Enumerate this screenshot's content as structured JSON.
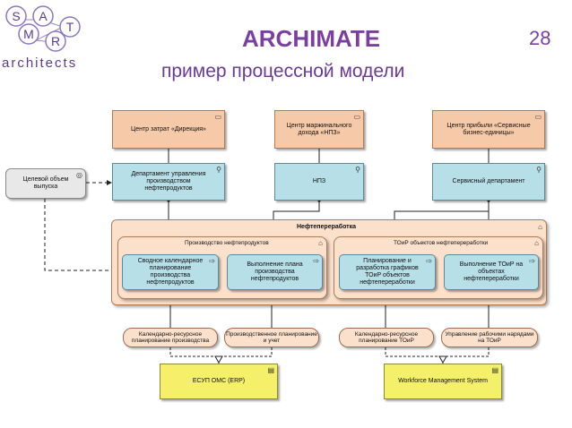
{
  "header": {
    "title": "ARCHIMATE",
    "subtitle": "пример процессной модели",
    "page_number": "28",
    "logo_letters": [
      "S",
      "A",
      "T",
      "M",
      "R"
    ],
    "logo_text": "architects"
  },
  "diagram": {
    "actors": {
      "cost_center": "Центр затрат «Дирекция»",
      "margin_center": "Центр маржинального дохода «НПЗ»",
      "profit_center": "Центр прибыли «Сервисные бизнес-единицы»"
    },
    "roles": {
      "department_mgmt": "Департамент управления производством нефтепродуктов",
      "npz": "НПЗ",
      "service_dept": "Сервисный департамент"
    },
    "goal": "Целевой объем выпуска",
    "main_group": "Нефтепереработка",
    "sub_groups": {
      "production": "Производство нефтепродуктов",
      "maintenance": "ТОиР объектов нефтепереработки"
    },
    "processes": {
      "consolidated_plan": "Сводное календарное планирование производства нефтепродуктов",
      "plan_execution": "Выполнение плана производства нефтепродуктов",
      "toir_planning": "Планирование и разработка графиков ТОиР объектов нефтепереработки",
      "toir_execution": "Выполнение ТОиР на объектах нефтепереработки"
    },
    "services": {
      "calendar_resource_prod": "Календарно-ресурсное планирование производства",
      "production_planning": "Производственное планирование и учет",
      "calendar_resource_toir": "Календарно-ресурсное планирование ТОиР",
      "work_order_mgmt": "Управление рабочими нарядами на ТОиР"
    },
    "systems": {
      "erp": "ЕСУП ОМС (ERP)",
      "wms": "Workforce Management System"
    }
  },
  "colors": {
    "title": "#7b3fa0",
    "actor_fill": "#f6c9a8",
    "role_fill": "#b6dfe8",
    "group_fill": "#fbe0cc",
    "system_fill": "#f4f06a"
  }
}
